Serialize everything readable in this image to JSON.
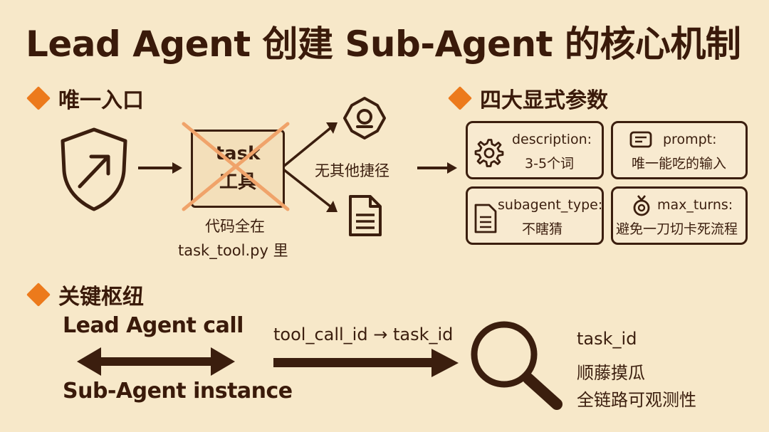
{
  "title": "Lead Agent 创建 Sub-Agent 的核心机制",
  "sections": {
    "entry": {
      "label": "唯一入口"
    },
    "params": {
      "label": "四大显式参数"
    },
    "hub": {
      "label": "关键枢纽"
    }
  },
  "entry_flow": {
    "task_box_line1": "task",
    "task_box_line2": "工具",
    "code_note_line1": "代码全在",
    "code_note_line2": "task_tool.py 里",
    "no_shortcut": "无其他捷径"
  },
  "params": [
    {
      "name": "description:",
      "value": "3-5个词",
      "icon": "gear-icon"
    },
    {
      "name": "prompt:",
      "value": "唯一能吃的输入",
      "icon": "message-icon"
    },
    {
      "name": "subagent_type:",
      "value": "不瞎猜",
      "icon": "document-icon"
    },
    {
      "name": "max_turns:",
      "value": "避免一刀切卡死流程",
      "icon": "medal-icon"
    }
  ],
  "hub": {
    "lead_label": "Lead Agent call",
    "sub_label": "Sub-Agent instance",
    "mapping": "tool_call_id → task_id",
    "trace_line1": "task_id",
    "trace_line2": "顺藤摸瓜",
    "trace_line3": "全链路可观测性"
  },
  "colors": {
    "background": "#f7e8c9",
    "ink": "#3b1e0e",
    "accent": "#ec7a1c",
    "cross": "#f0a36a"
  }
}
